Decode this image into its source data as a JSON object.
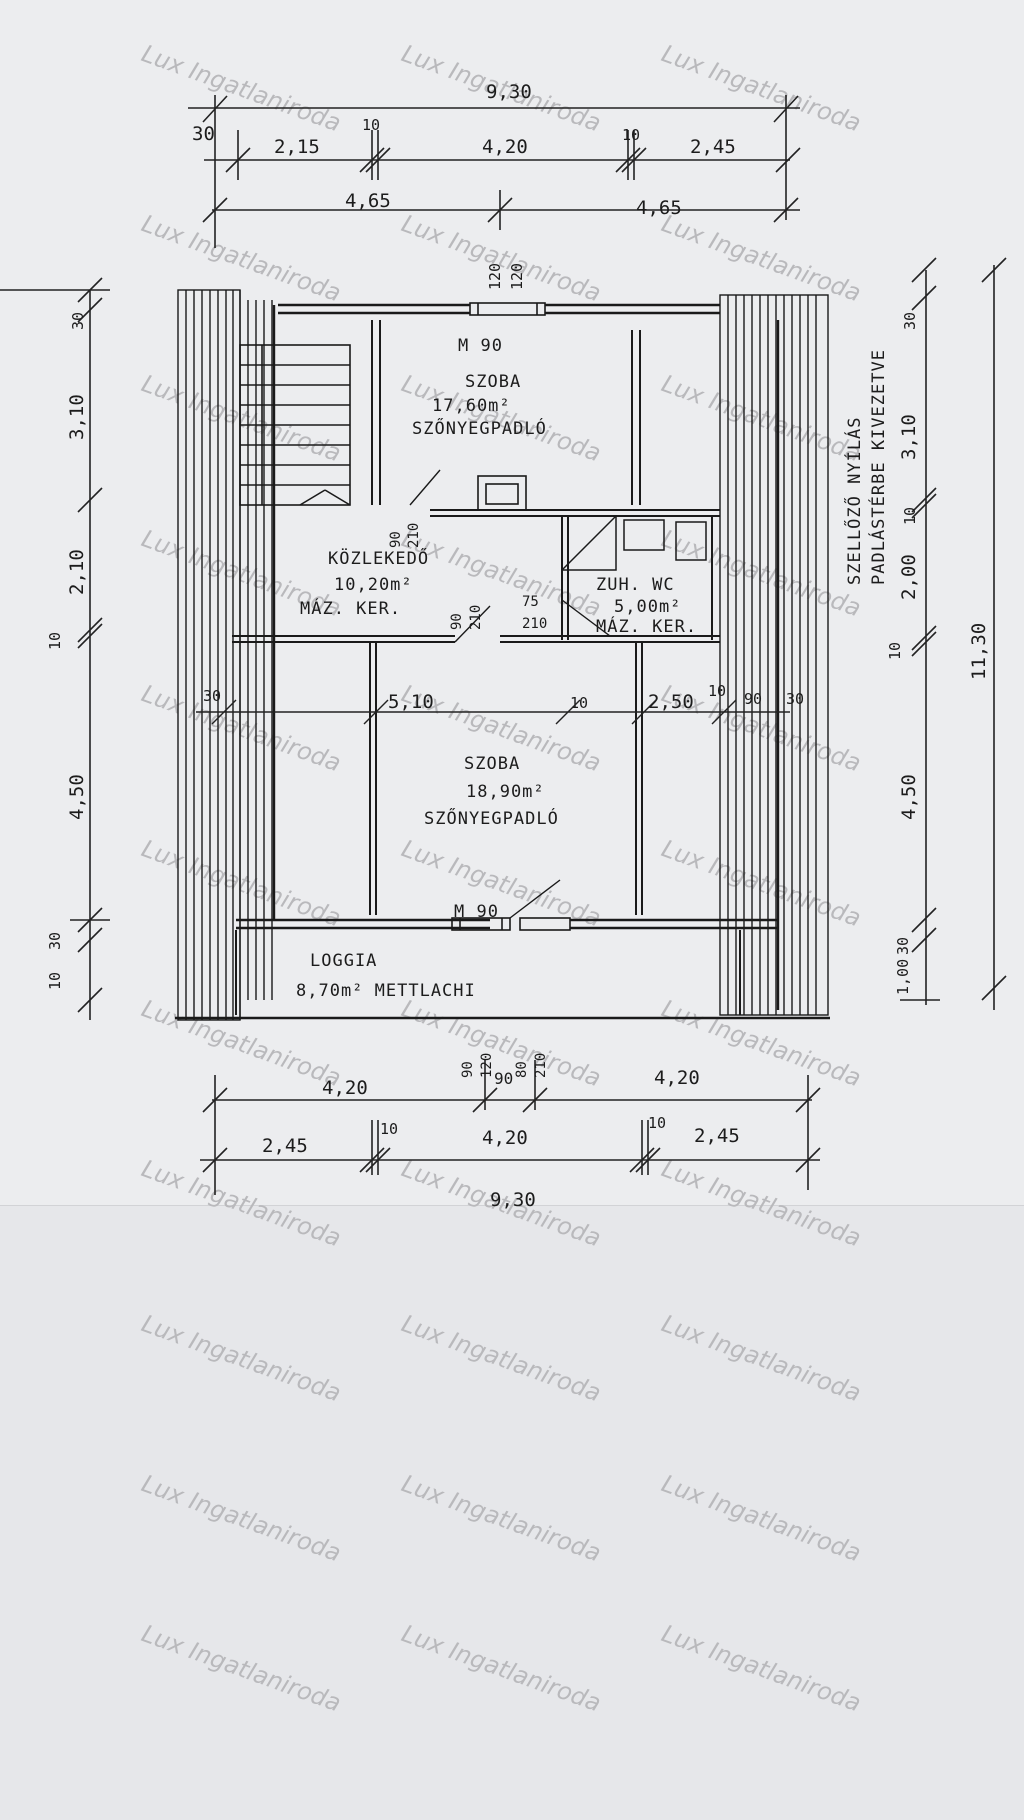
{
  "watermark": "Lux Ingatlaniroda",
  "rooms": {
    "upper": {
      "name": "SZOBA",
      "area": "17,60m²",
      "floor": "SZŐNYEGPADLÓ"
    },
    "hall": {
      "name": "KÖZLEKEDŐ",
      "area": "10,20m²",
      "floor": "MÁZ. KER."
    },
    "bath": {
      "name": "ZUH. WC",
      "area": "5,00m²",
      "floor": "MÁZ. KER."
    },
    "lower": {
      "name": "SZOBA",
      "area": "18,90m²",
      "floor": "SZŐNYEGPADLÓ"
    },
    "loggia": {
      "name": "LOGGIA",
      "area_floor": "8,70m² METTLACHI"
    }
  },
  "vent_note": [
    "SZELLŐZŐ NYÍLÁS",
    "PADLÁSTÉRBE KIVEZETVE"
  ],
  "windows": {
    "top": "M 90",
    "bottom": "M 90"
  },
  "dims_top": {
    "total": "9,30",
    "row2": [
      "30",
      "2,15",
      "10",
      "4,20",
      "10",
      "2,45"
    ],
    "row3": [
      "4,65",
      "4,65"
    ],
    "win_top": [
      "120",
      "120"
    ]
  },
  "dims_bottom": {
    "row1": [
      "4,20",
      "90",
      "4,20"
    ],
    "row2": [
      "2,45",
      "10",
      "4,20",
      "10",
      "2,45"
    ],
    "total": "9,30",
    "door_sizes": [
      "90",
      "120",
      "80",
      "210"
    ]
  },
  "dims_left": [
    "30",
    "3,10",
    "2,10",
    "10",
    "4,50",
    "30",
    "10"
  ],
  "dims_right": {
    "total": "11,30",
    "items": [
      "30",
      "3,10",
      "10",
      "2,00",
      "10",
      "4,50",
      "30",
      "1,00"
    ]
  },
  "dims_inner": {
    "left_wall": "30",
    "room_width": "5,10",
    "partition": "10",
    "bath_width": "2,50",
    "right_parts": [
      "10",
      "90",
      "30"
    ],
    "door_hall": [
      "90",
      "210"
    ],
    "door_bath": [
      "75",
      "210"
    ],
    "door_upper": [
      "90",
      "210"
    ]
  }
}
